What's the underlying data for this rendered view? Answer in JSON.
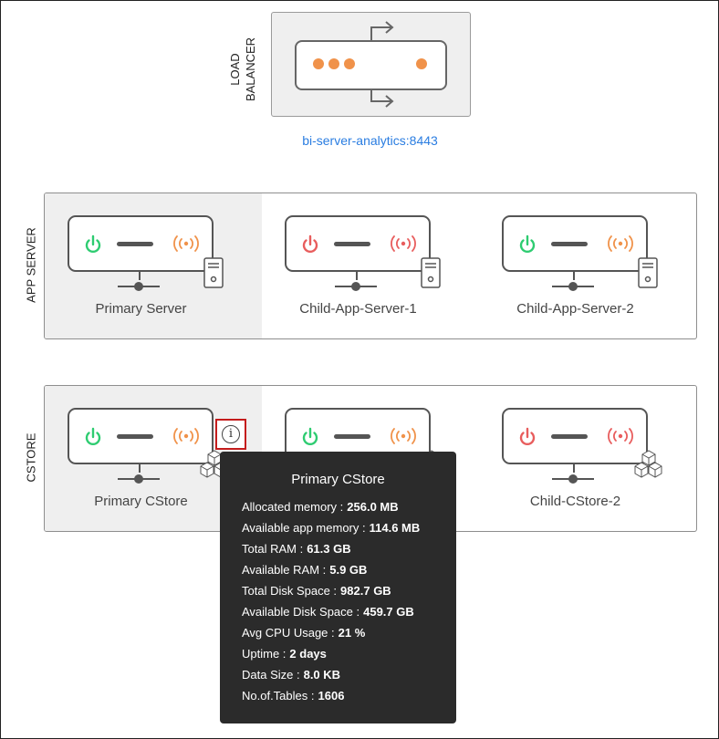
{
  "load_balancer": {
    "label": "LOAD BALANCER",
    "url": "bi-server-analytics:8443"
  },
  "groups": [
    {
      "label": "APP SERVER",
      "nodes": [
        {
          "name": "Primary Server",
          "power": "green",
          "signal": "orange",
          "selected": true,
          "badge": "server-icon"
        },
        {
          "name": "Child-App-Server-1",
          "power": "red",
          "signal": "red",
          "selected": false,
          "badge": "server-icon"
        },
        {
          "name": "Child-App-Server-2",
          "power": "green",
          "signal": "orange",
          "selected": false,
          "badge": "server-icon"
        }
      ]
    },
    {
      "label": "CSTORE",
      "nodes": [
        {
          "name": "Primary CStore",
          "power": "green",
          "signal": "orange",
          "selected": true,
          "badge": "cubes-icon"
        },
        {
          "name": "",
          "power": "green",
          "signal": "orange",
          "selected": false,
          "badge": "cubes-icon"
        },
        {
          "name": "Child-CStore-2",
          "power": "red",
          "signal": "red",
          "selected": false,
          "badge": "cubes-icon"
        }
      ]
    }
  ],
  "info_icon": "info-icon",
  "tooltip": {
    "title": "Primary CStore",
    "rows": [
      {
        "label": "Allocated memory :",
        "value": "256.0 MB"
      },
      {
        "label": "Available app memory :",
        "value": "114.6 MB"
      },
      {
        "label": "Total RAM :",
        "value": "61.3 GB"
      },
      {
        "label": "Available RAM :",
        "value": "5.9 GB"
      },
      {
        "label": "Total Disk Space :",
        "value": "982.7 GB"
      },
      {
        "label": "Available Disk Space :",
        "value": "459.7 GB"
      },
      {
        "label": "Avg CPU Usage :",
        "value": "21 %"
      },
      {
        "label": "Uptime :",
        "value": "2 days"
      },
      {
        "label": "Data Size :",
        "value": "8.0 KB"
      },
      {
        "label": "No.of.Tables :",
        "value": "1606"
      }
    ]
  },
  "colors": {
    "green": "#2ecc71",
    "red": "#e85d5d",
    "orange": "#f0924a",
    "link": "#2a7de1",
    "highlight": "#c41c1c"
  }
}
